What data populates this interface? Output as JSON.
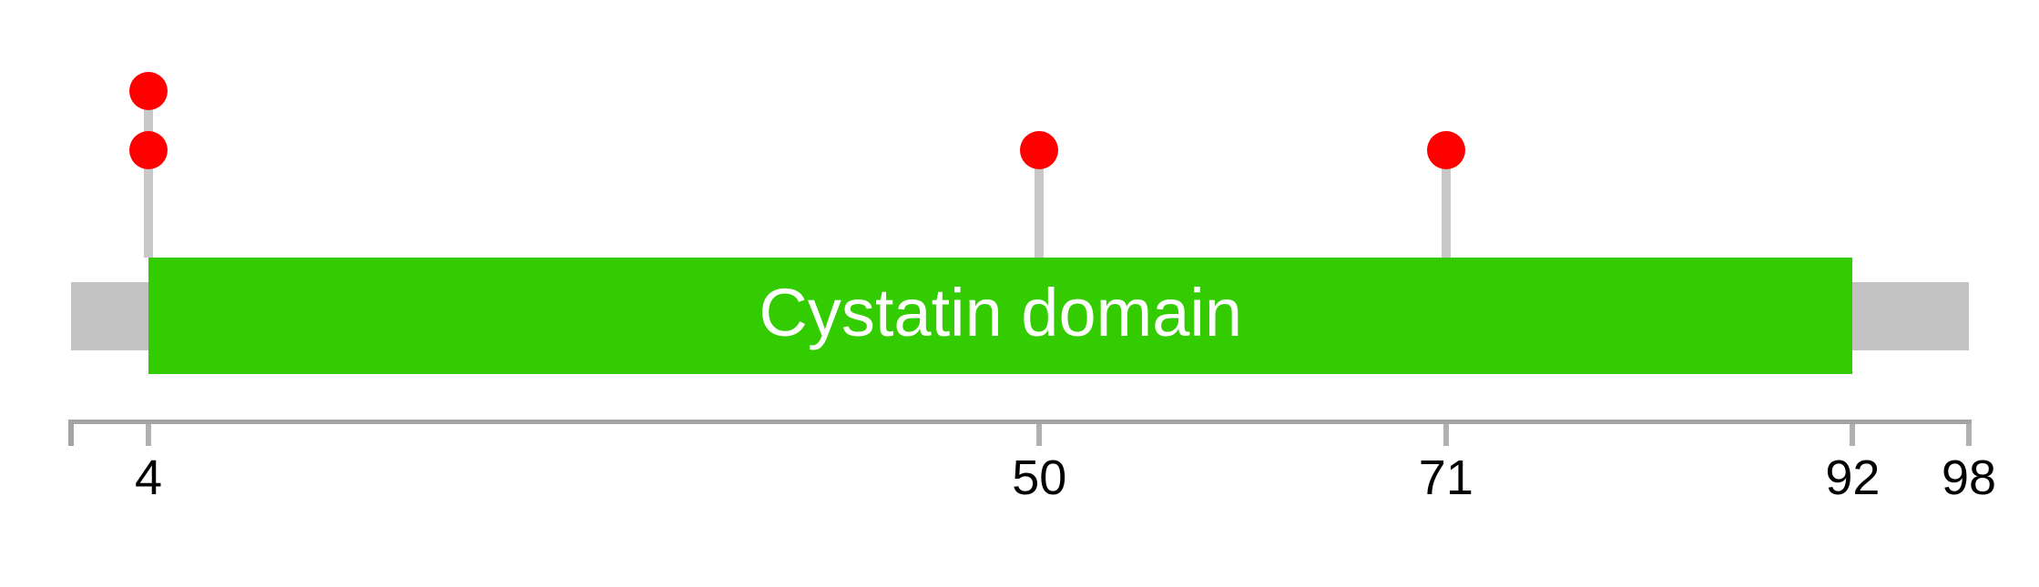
{
  "figure": {
    "background": "#ffffff"
  },
  "chart_data": {
    "type": "lollipop",
    "title": "",
    "xlim": [
      0,
      98
    ],
    "axis_ticks": [
      4,
      50,
      71,
      92,
      98
    ],
    "backbone": {
      "start": 0,
      "end": 98,
      "color": "#c3c3c3"
    },
    "domains": [
      {
        "name": "Cystatin domain",
        "start": 4,
        "end": 92,
        "color": "#33cc00",
        "label_color": "#ffffff"
      }
    ],
    "mutations": [
      {
        "position": 4,
        "count": 2,
        "color": "#ff0000"
      },
      {
        "position": 50,
        "count": 1,
        "color": "#ff0000"
      },
      {
        "position": 71,
        "count": 1,
        "color": "#ff0000"
      }
    ],
    "colors": {
      "stem": "#c8c8c8",
      "axis_line": "#a4a4a4",
      "axis_cap": "#a4a4a4",
      "tick": "#b0b0b0",
      "tick_label": "#000000",
      "lollipop": "#ff0000"
    }
  }
}
